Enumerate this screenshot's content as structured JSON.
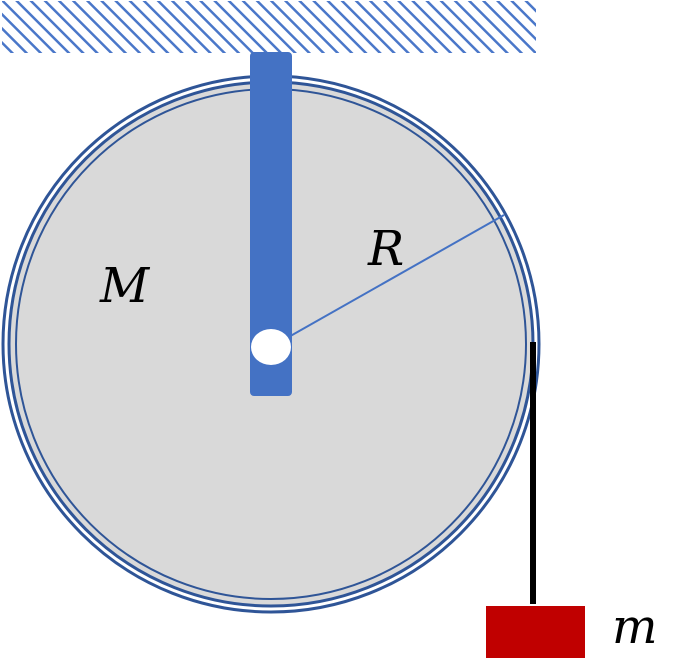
{
  "labels": {
    "disk_mass": "M",
    "radius": "R",
    "hanging_mass": "m"
  },
  "colors": {
    "ceiling_hatch": "#4a77c9",
    "disk_fill": "#d9d9d9",
    "disk_rim": "#2f5597",
    "support_rod": "#4472c4",
    "radius_line": "#4472c4",
    "axle": "#ffffff",
    "string": "#000000",
    "block": "#c00000"
  }
}
